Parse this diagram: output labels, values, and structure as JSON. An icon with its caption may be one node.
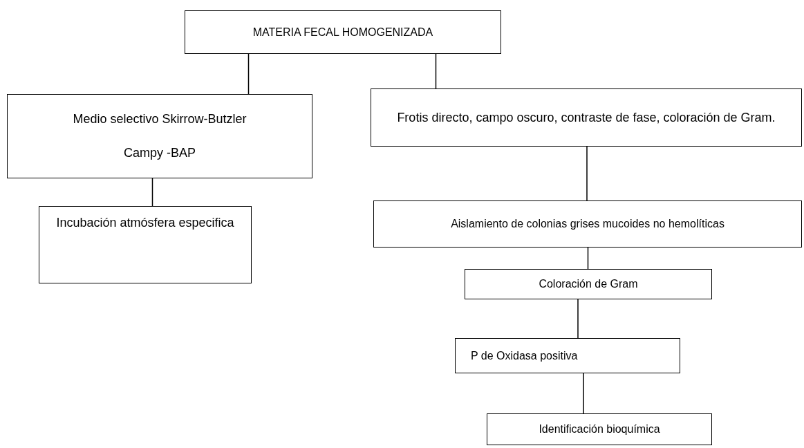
{
  "diagram": {
    "nodes": [
      {
        "text": [
          "MATERIA FECAL HOMOGENIZADA"
        ]
      },
      {
        "text": [
          "Medio selectivo Skirrow-Butzler",
          "Campy -BAP"
        ]
      },
      {
        "text": [
          "Incubación atmósfera especifica"
        ]
      },
      {
        "text": [
          "Frotis directo, campo oscuro, contraste de fase, coloración de Gram."
        ]
      },
      {
        "text": [
          "Aislamiento de colonias grises mucoides no hemolíticas"
        ]
      },
      {
        "text": [
          "Coloración de Gram"
        ]
      },
      {
        "text": [
          "P de Oxidasa positiva"
        ]
      },
      {
        "text": [
          "Identificación bioquímica"
        ]
      }
    ],
    "edges": [
      {
        "from": 0,
        "to": 1,
        "arrow": "none"
      },
      {
        "from": 1,
        "to": 2,
        "arrow": "none"
      },
      {
        "from": 0,
        "to": 3,
        "arrow": "none"
      },
      {
        "from": 3,
        "to": 4,
        "arrow": "none"
      },
      {
        "from": 4,
        "to": 5,
        "arrow": "none"
      },
      {
        "from": 5,
        "to": 6,
        "arrow": "none"
      },
      {
        "from": 6,
        "to": 7,
        "arrow": "none"
      }
    ]
  }
}
